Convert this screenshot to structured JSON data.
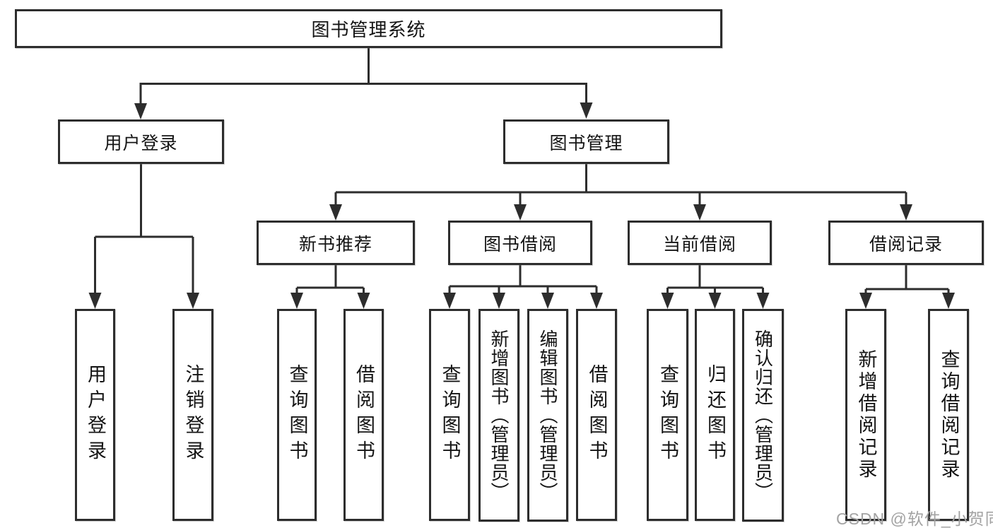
{
  "diagram": {
    "root": "图书管理系统",
    "level2": [
      "用户登录",
      "图书管理"
    ],
    "level3": [
      "新书推荐",
      "图书借阅",
      "当前借阅",
      "借阅记录"
    ],
    "level4": {
      "user_login": [
        "用户登录",
        "注销登录"
      ],
      "new_books": [
        "查询图书",
        "借阅图书"
      ],
      "book_borrow": [
        "查询图书",
        "新增图书（管理员）",
        "编辑图书（管理员）",
        "借阅图书"
      ],
      "current_borrow": [
        "查询图书",
        "归还图书",
        "确认归还（管理员）"
      ],
      "borrow_records": [
        "新增借阅记录",
        "查询借阅记录"
      ]
    }
  },
  "watermark": "CSDN @软件_小贺同学",
  "colors": {
    "line": "#2d2d2d",
    "text": "#141414",
    "watermark": "#a3a3a3",
    "background": "#ffffff"
  }
}
